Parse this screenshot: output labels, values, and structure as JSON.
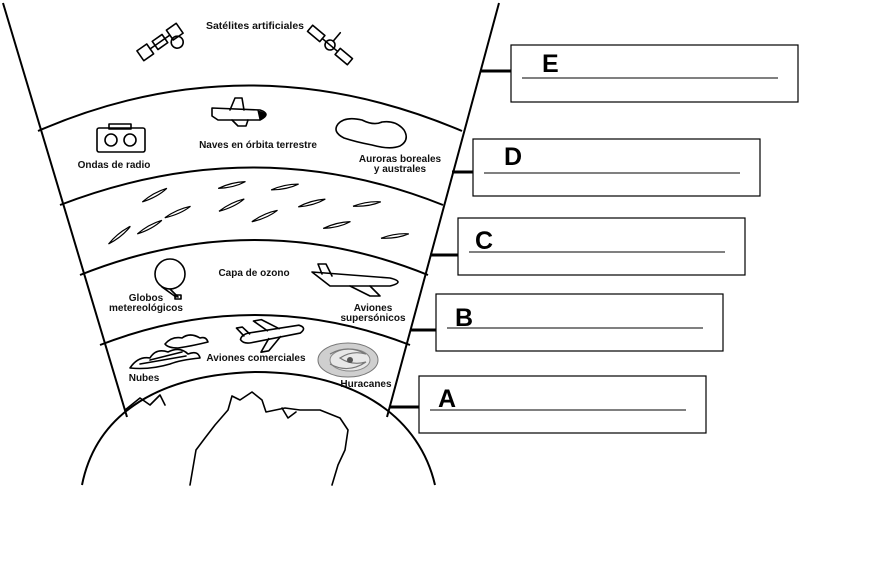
{
  "atmosphere": {
    "exosphere": {
      "label": "Satélites artificiales",
      "icons": [
        "satellite-icon",
        "satellite-icon"
      ]
    },
    "thermosphere": {
      "labels": [
        "Ondas de radio",
        "Naves en órbita terrestre",
        "Auroras boreales y australes"
      ],
      "label_aurora_line1": "Auroras boreales",
      "label_aurora_line2": "y australes",
      "icons": [
        "radio-icon",
        "space-shuttle-icon",
        "aurora-icon"
      ]
    },
    "mesosphere": {
      "icons": [
        "meteor-icon"
      ]
    },
    "stratosphere": {
      "label_globos_line1": "Globos",
      "label_globos_line2": "metereológicos",
      "label_ozono": "Capa de ozono",
      "label_supersonicos_line1": "Aviones",
      "label_supersonicos_line2": "supersónicos",
      "icons": [
        "weather-balloon-icon",
        "supersonic-plane-icon"
      ]
    },
    "troposphere": {
      "label_nubes": "Nubes",
      "label_aviones": "Aviones comerciales",
      "label_huracanes": "Huracanes",
      "icons": [
        "clouds-icon",
        "airplane-icon",
        "hurricane-icon"
      ]
    },
    "earth": {
      "icons": [
        "earth-icon"
      ]
    }
  },
  "answer_boxes": [
    {
      "letter": "E",
      "value": ""
    },
    {
      "letter": "D",
      "value": ""
    },
    {
      "letter": "C",
      "value": ""
    },
    {
      "letter": "B",
      "value": ""
    },
    {
      "letter": "A",
      "value": ""
    }
  ]
}
